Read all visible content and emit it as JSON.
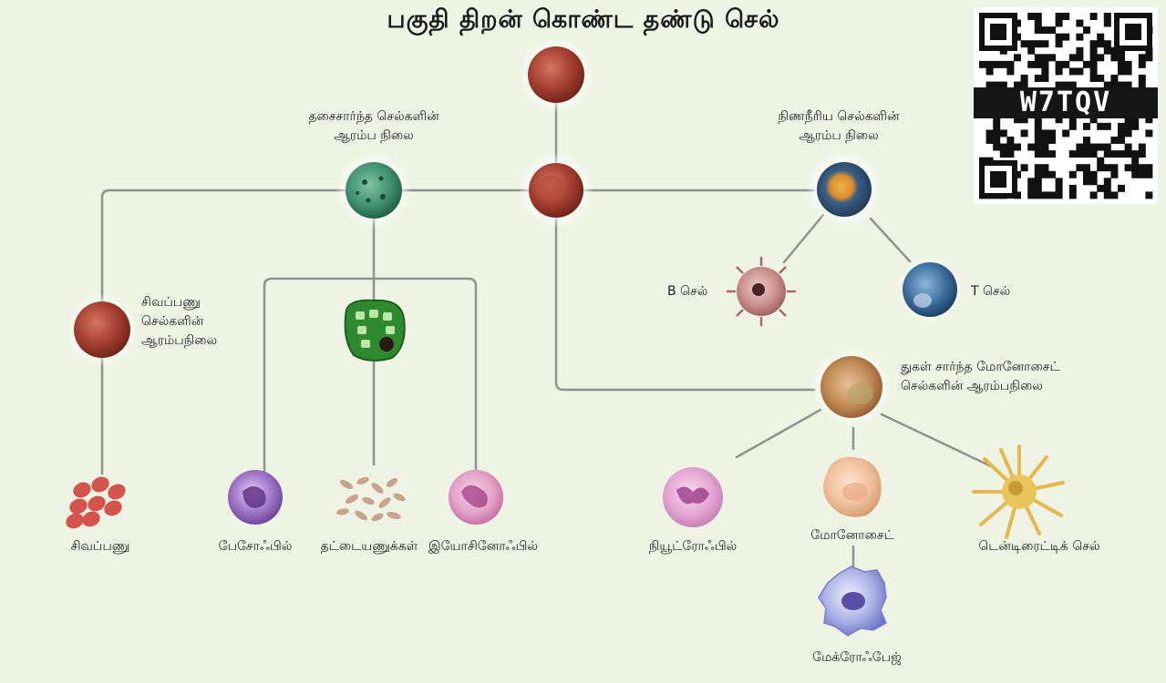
{
  "title": "பகுதி திறன் கொண்ட தண்டு செல்",
  "qr": {
    "code": "W7TQV"
  },
  "labels": {
    "myeloid_progenitor": [
      "தசைசார்ந்த செல்களின்",
      "ஆரம்ப நிலை"
    ],
    "lymphoid_progenitor": [
      "நிணநீரிய செல்களின்",
      "ஆரம்ப நிலை"
    ],
    "erythroid_progenitor": [
      "சிவப்பணு",
      "செல்களின்",
      "ஆரம்பநிலை"
    ],
    "b_cell": "B செல்",
    "t_cell": "T செல்",
    "gm_progenitor": [
      "துகள் சார்ந்த மோனோசைட்",
      "செல்களின் ஆரம்பநிலை"
    ],
    "rbc": "சிவப்பணு",
    "basophil": "பேசோஃபில்",
    "platelets": "தட்டையணுக்கள்",
    "eosinophil": "இயோசினோஃபில்",
    "neutrophil": "நியூட்ரோஃபில்",
    "monocyte": "மோனோசைட்",
    "dendritic": "டென்டிரைட்டிக் செல்",
    "macrophage": "மேக்ரோஃபேஜ்"
  },
  "colors": {
    "background": "#eef3e4",
    "connector": "#8f938c",
    "stem_cell": "#9b3a2c",
    "myeloid": "#3f8f6e",
    "lymphoid": "#3b5d7c",
    "gm": "#c08a55",
    "basophil": "#8a57b0",
    "eosinophil": "#c9609a",
    "neutrophil": "#b8569d",
    "dendritic": "#e8c45a",
    "macrophage": "#8f8fd0"
  }
}
